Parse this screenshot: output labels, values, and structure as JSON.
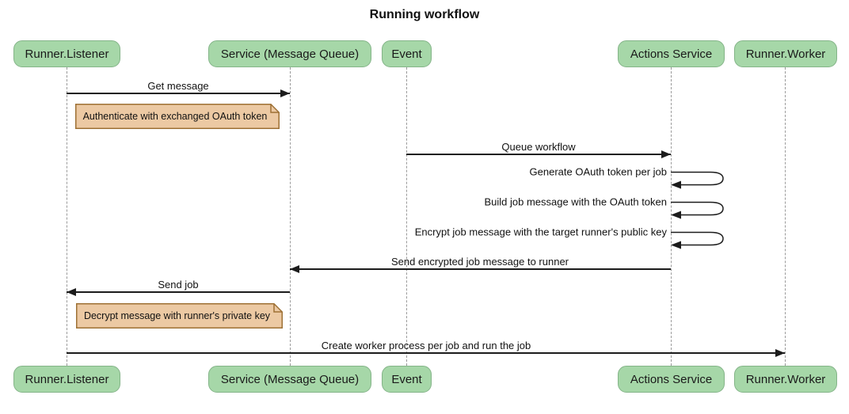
{
  "title": "Running workflow",
  "actors": [
    {
      "id": "runner-listener",
      "label": "Runner.Listener"
    },
    {
      "id": "service-message-queue",
      "label": "Service (Message Queue)"
    },
    {
      "id": "event",
      "label": "Event"
    },
    {
      "id": "actions-service",
      "label": "Actions Service"
    },
    {
      "id": "runner-worker",
      "label": "Runner.Worker"
    }
  ],
  "messages": [
    {
      "label": "Get message",
      "from": "Runner.Listener",
      "to": "Service (Message Queue)",
      "type": "arrow"
    },
    {
      "label": "Queue workflow",
      "from": "Event",
      "to": "Actions Service",
      "type": "arrow"
    },
    {
      "label": "Generate OAuth token per job",
      "from": "Actions Service",
      "to": "Actions Service",
      "type": "self-loop"
    },
    {
      "label": "Build job message with the OAuth token",
      "from": "Actions Service",
      "to": "Actions Service",
      "type": "self-loop"
    },
    {
      "label": "Encrypt job message with the target runner's public key",
      "from": "Actions Service",
      "to": "Actions Service",
      "type": "self-loop"
    },
    {
      "label": "Send encrypted job message to runner",
      "from": "Actions Service",
      "to": "Service (Message Queue)",
      "type": "arrow"
    },
    {
      "label": "Send job",
      "from": "Service (Message Queue)",
      "to": "Runner.Listener",
      "type": "arrow"
    },
    {
      "label": "Create worker process per job and run the job",
      "from": "Runner.Listener",
      "to": "Runner.Worker",
      "type": "arrow"
    }
  ],
  "notes": [
    {
      "label": "Authenticate with exchanged OAuth token",
      "anchor": "Runner.Listener"
    },
    {
      "label": "Decrypt message with runner's private key",
      "anchor": "Runner.Listener"
    }
  ],
  "colors": {
    "actor_fill": "#a6d7a8",
    "actor_border": "#84b488",
    "note_fill": "#ecc9a3",
    "note_border": "#9e7135",
    "lifeline": "#9a9a9a",
    "arrow": "#1c1c1c",
    "background": "#ffffff"
  }
}
